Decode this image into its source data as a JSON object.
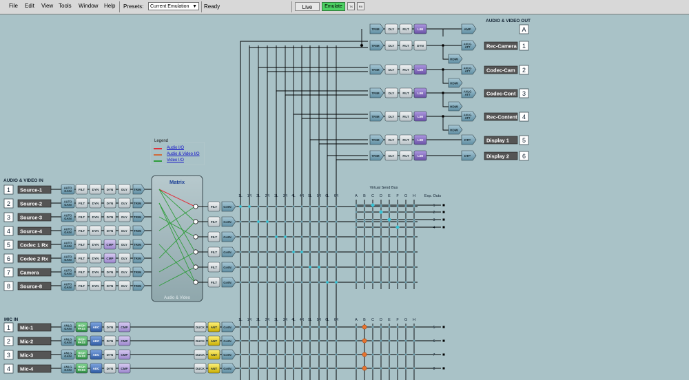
{
  "menu": [
    "File",
    "Edit",
    "View",
    "Tools",
    "Window",
    "Help"
  ],
  "presets": {
    "label": "Presets:",
    "value": "Current Emulation"
  },
  "status": "Ready",
  "mode": {
    "live": "Live",
    "emulate": "Emulate"
  },
  "tiny_buttons": [
    "TX",
    "RX"
  ],
  "legend": {
    "title": "Legend",
    "items": [
      {
        "label": "Audio I/O",
        "color": "#e0303a"
      },
      {
        "label": "Audio & Video I/O",
        "color": "#d06a3a"
      },
      {
        "label": "Video I/O",
        "color": "#2e9c3a"
      }
    ]
  },
  "av_in": {
    "title": "AUDIO & VIDEO IN",
    "channels": [
      {
        "num": "1",
        "name": "Source-1",
        "blocks": [
          "AUTO GAIN",
          "FILT",
          "DYN",
          "DYN",
          "DLY",
          "TRIM"
        ]
      },
      {
        "num": "2",
        "name": "Source-2",
        "blocks": [
          "AUTO GAIN",
          "FILT",
          "DYN",
          "DYN",
          "DLY",
          "TRIM"
        ]
      },
      {
        "num": "3",
        "name": "Source-3",
        "blocks": [
          "AUTO GAIN",
          "FILT",
          "DYN",
          "DYN",
          "DLY",
          "TRIM"
        ]
      },
      {
        "num": "4",
        "name": "Source-4",
        "blocks": [
          "AUTO GAIN",
          "FILT",
          "DYN",
          "DYN",
          "DLY",
          "TRIM"
        ]
      },
      {
        "num": "5",
        "name": "Codec 1 Rx",
        "blocks": [
          "AUTO GAIN",
          "FILT",
          "DYN",
          "CMP",
          "DLY",
          "TRIM"
        ]
      },
      {
        "num": "6",
        "name": "Codec 2 Rx",
        "blocks": [
          "AUTO GAIN",
          "FILT",
          "DYN",
          "CMP",
          "DLY",
          "TRIM"
        ]
      },
      {
        "num": "7",
        "name": "Camera",
        "blocks": [
          "AUTO GAIN",
          "FILT",
          "DYN",
          "DYN",
          "DLY",
          "TRIM"
        ]
      },
      {
        "num": "8",
        "name": "Source-8",
        "blocks": [
          "AUTO GAIN",
          "FILT",
          "DYN",
          "DYN",
          "DLY",
          "TRIM"
        ]
      }
    ]
  },
  "matrix": {
    "title": "Matrix",
    "footer": "Audio & Video"
  },
  "mid_blocks": [
    "FILT",
    "GAIN"
  ],
  "bus_headers": [
    "1L",
    "1R",
    "2L",
    "2R",
    "3L",
    "3R",
    "4L",
    "4R",
    "5L",
    "5R",
    "6L",
    "6R"
  ],
  "virtual_send_bus": {
    "title": "Virtual Send Bus",
    "letters": [
      "A",
      "B",
      "C",
      "D",
      "E",
      "F",
      "G",
      "H"
    ]
  },
  "exp_outs": {
    "title": "Exp. Outs",
    "numbers": [
      "1",
      "2",
      "3",
      "4"
    ]
  },
  "mic_exp_outs": [
    "5",
    "6",
    "7",
    "8"
  ],
  "av_out": {
    "title": "AUDIO & VIDEO OUT",
    "badge": "A",
    "outputs": [
      {
        "num": "",
        "name": "",
        "blocks": [
          "TRIM",
          "DLY",
          "FILT",
          "LIM"
        ],
        "end": "AMP"
      },
      {
        "num": "1",
        "name": "Rec-Camera",
        "blocks": [
          "TRIM",
          "DLY",
          "FILT",
          "DYN"
        ],
        "end": "ANLG ATT",
        "sub": "HDMI"
      },
      {
        "num": "2",
        "name": "Codec-Cam",
        "blocks": [
          "TRIM",
          "DLY",
          "FILT",
          "LIM"
        ],
        "end": "ANLG ATT",
        "sub": "HDMI"
      },
      {
        "num": "3",
        "name": "Codec-Cont",
        "blocks": [
          "TRIM",
          "DLY",
          "FILT",
          "LIM"
        ],
        "end": "ANLG ATT",
        "sub": "HDMI"
      },
      {
        "num": "4",
        "name": "Rec-Content",
        "blocks": [
          "TRIM",
          "DLY",
          "FILT",
          "LIM"
        ],
        "end": "ANLG ATT",
        "sub": "HDMI"
      },
      {
        "num": "5",
        "name": "Display 1",
        "blocks": [
          "TRIM",
          "DLY",
          "FILT",
          "LIM"
        ],
        "end": "DTP"
      },
      {
        "num": "6",
        "name": "Display 2",
        "blocks": [
          "TRIM",
          "DLY",
          "FILT",
          "LIM"
        ],
        "end": "DTP"
      }
    ]
  },
  "mic_in": {
    "title": "MIC IN",
    "channels": [
      {
        "num": "1",
        "name": "Mic-1",
        "blocks": [
          "ANLG GAIN",
          "HIGH PASS",
          "AEC",
          "DYN",
          "CMP"
        ],
        "post": [
          "DUCK",
          "ANT",
          "GAIN"
        ]
      },
      {
        "num": "2",
        "name": "Mic-2",
        "blocks": [
          "ANLG GAIN",
          "HIGH PASS",
          "AEC",
          "DYN",
          "CMP"
        ],
        "post": [
          "DUCK",
          "ANT",
          "GAIN"
        ]
      },
      {
        "num": "3",
        "name": "Mic-3",
        "blocks": [
          "ANLG GAIN",
          "HIGH PASS",
          "AEC",
          "DYN",
          "CMP"
        ],
        "post": [
          "DUCK",
          "ANT",
          "GAIN"
        ]
      },
      {
        "num": "4",
        "name": "Mic-4",
        "blocks": [
          "ANLG GAIN",
          "HIGH PASS",
          "AEC",
          "DYN",
          "CMP"
        ],
        "post": [
          "DUCK",
          "ANT",
          "GAIN"
        ]
      }
    ]
  },
  "colors": {
    "background": "#a9c2c7",
    "block_blue": "#7fa8b8",
    "block_gray": "#d8dde0",
    "block_green": "#48b060",
    "block_purple": "#8a72c0",
    "block_lavender": "#b9a6dd",
    "block_yellow": "#e8d020",
    "block_navy": "#3e6fb8",
    "node_cyan": "#36c7d9",
    "node_orange": "#e5732e"
  }
}
